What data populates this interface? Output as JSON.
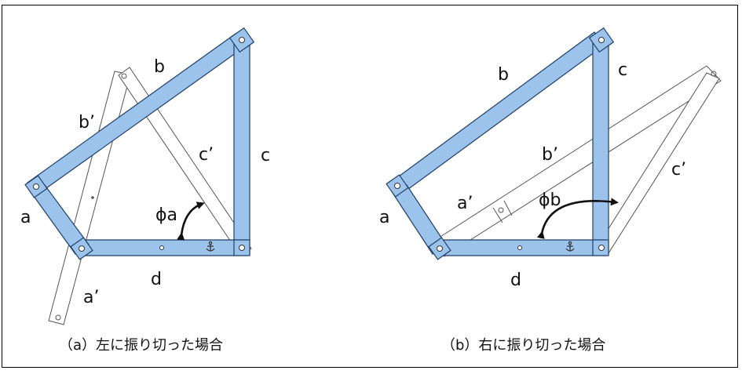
{
  "colors": {
    "link_fill": "#9cc3ec",
    "link_stroke": "#1f3f66",
    "ghost_fill": "#ffffff",
    "ghost_stroke": "#555555",
    "border": "#000000"
  },
  "panel_a": {
    "labels": {
      "a": "a",
      "b": "b",
      "c": "c",
      "d": "d",
      "a_prime": "a’",
      "b_prime": "b’",
      "c_prime": "c’",
      "phi": "ϕa"
    },
    "caption": "（a）左に振り切った場合"
  },
  "panel_b": {
    "labels": {
      "a": "a",
      "b": "b",
      "c": "c",
      "d": "d",
      "a_prime": "a’",
      "b_prime": "b’",
      "c_prime": "c’",
      "phi": "ϕb"
    },
    "caption": "（b）右に振り切った場合"
  },
  "icons": {
    "anchor": "anchor-icon",
    "pivot": "pivot-icon"
  }
}
